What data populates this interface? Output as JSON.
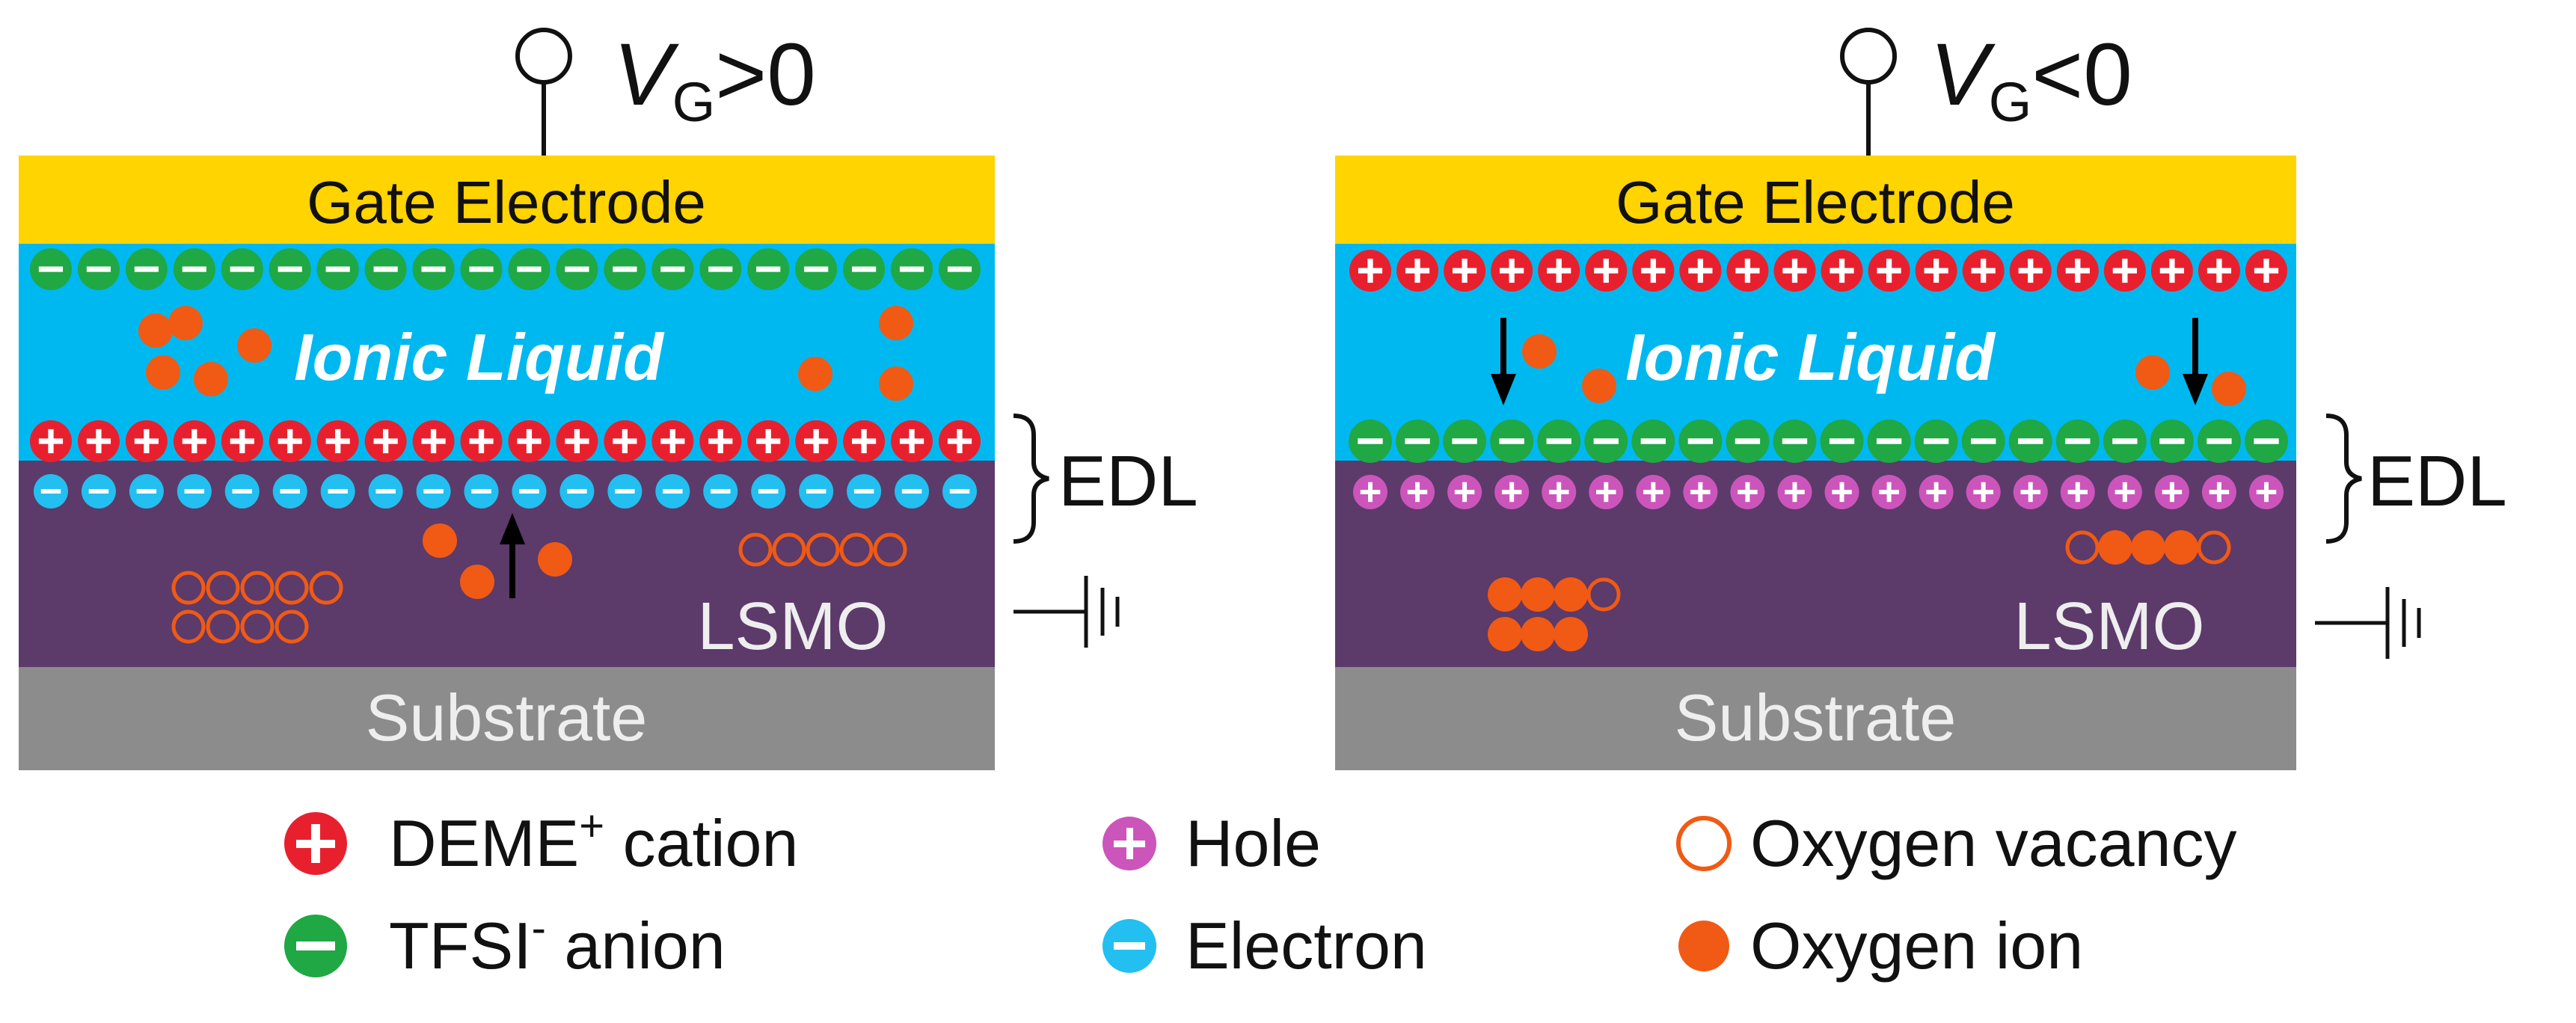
{
  "colors": {
    "gate": "#ffd400",
    "ionic": "#00b8f0",
    "lsmo": "#5c3a6a",
    "substrate": "#8c8c8c",
    "cation": "#e8202e",
    "anion": "#1fa844",
    "hole": "#cc55bb",
    "electron": "#22bff0",
    "oxygen": "#f05a14",
    "text": "#111111",
    "layer_text_light": "#eeeeee",
    "ionic_text": "#ffffff"
  },
  "panels": [
    {
      "voltage": {
        "symbol": "V",
        "subscript": "G",
        "relation": ">0"
      },
      "gate_label": "Gate Electrode",
      "ionic_label": "Ionic Liquid",
      "lsmo_label": "LSMO",
      "substrate_label": "Substrate",
      "edl_label": "EDL"
    },
    {
      "voltage": {
        "symbol": "V",
        "subscript": "G",
        "relation": "<0"
      },
      "gate_label": "Gate Electrode",
      "ionic_label": "Ionic Liquid",
      "lsmo_label": "LSMO",
      "substrate_label": "Substrate",
      "edl_label": "EDL"
    }
  ],
  "legend": [
    {
      "icon": "cation-icon",
      "label": "DEME",
      "sup": "+",
      "suffix": " cation"
    },
    {
      "icon": "anion-icon",
      "label": "TFSI",
      "sup": "-",
      "suffix": " anion"
    },
    {
      "icon": "hole-icon",
      "label": "Hole",
      "sup": "",
      "suffix": ""
    },
    {
      "icon": "electron-icon",
      "label": "Electron",
      "sup": "",
      "suffix": ""
    },
    {
      "icon": "oxygen-vacancy-icon",
      "label": "Oxygen vacancy",
      "sup": "",
      "suffix": ""
    },
    {
      "icon": "oxygen-ion-icon",
      "label": "Oxygen ion",
      "sup": "",
      "suffix": ""
    }
  ]
}
